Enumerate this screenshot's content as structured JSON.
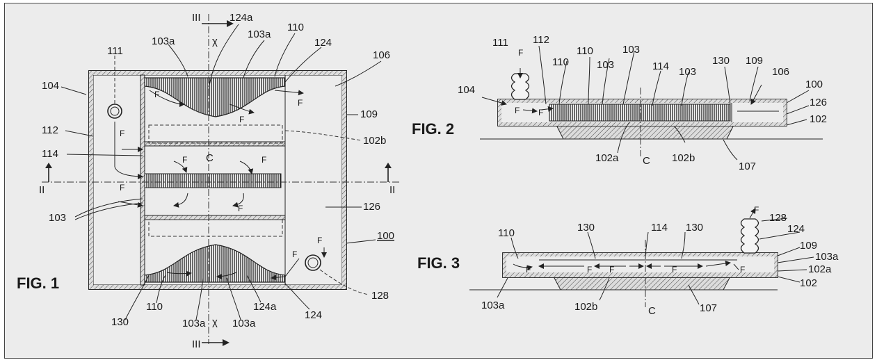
{
  "figures": {
    "fig1": {
      "title": "FIG. 1",
      "labels": {
        "l_124a_top": "124a",
        "l_103a_top_l": "103a",
        "l_103a_top_r": "103a",
        "l_110_top": "110",
        "l_124_top": "124",
        "l_111": "111",
        "l_106": "106",
        "l_104": "104",
        "l_109": "109",
        "l_112": "112",
        "l_102b": "102b",
        "l_114": "114",
        "l_103": "103",
        "l_126": "126",
        "l_100": "100",
        "l_128": "128",
        "l_130": "130",
        "l_110_bot": "110",
        "l_103a_bot_l": "103a",
        "l_103a_bot_r": "103a",
        "l_124a_bot": "124a",
        "l_124_bot": "124",
        "l_c": "C",
        "l_chi_top": "χ",
        "l_chi_bot": "χ",
        "l_iii_top": "III",
        "l_iii_bot": "III",
        "l_ii_left": "II",
        "l_ii_right": "II"
      }
    },
    "fig2": {
      "title": "FIG. 2",
      "labels": {
        "l_111": "111",
        "l_f": "F",
        "l_112": "112",
        "l_110a": "110",
        "l_110b": "110",
        "l_103a": "103",
        "l_103b": "103",
        "l_114": "114",
        "l_103c": "103",
        "l_130": "130",
        "l_109": "109",
        "l_106": "106",
        "l_100": "100",
        "l_104": "104",
        "l_126": "126",
        "l_102": "102",
        "l_102a": "102a",
        "l_c": "C",
        "l_102b": "102b",
        "l_107": "107"
      }
    },
    "fig3": {
      "title": "FIG. 3",
      "labels": {
        "l_110": "110",
        "l_130a": "130",
        "l_114": "114",
        "l_130b": "130",
        "l_128": "128",
        "l_124": "124",
        "l_109": "109",
        "l_103a_r": "103a",
        "l_102a": "102a",
        "l_102": "102",
        "l_103a_l": "103a",
        "l_102b": "102b",
        "l_c": "C",
        "l_107": "107"
      }
    }
  },
  "flow_symbol": "F"
}
